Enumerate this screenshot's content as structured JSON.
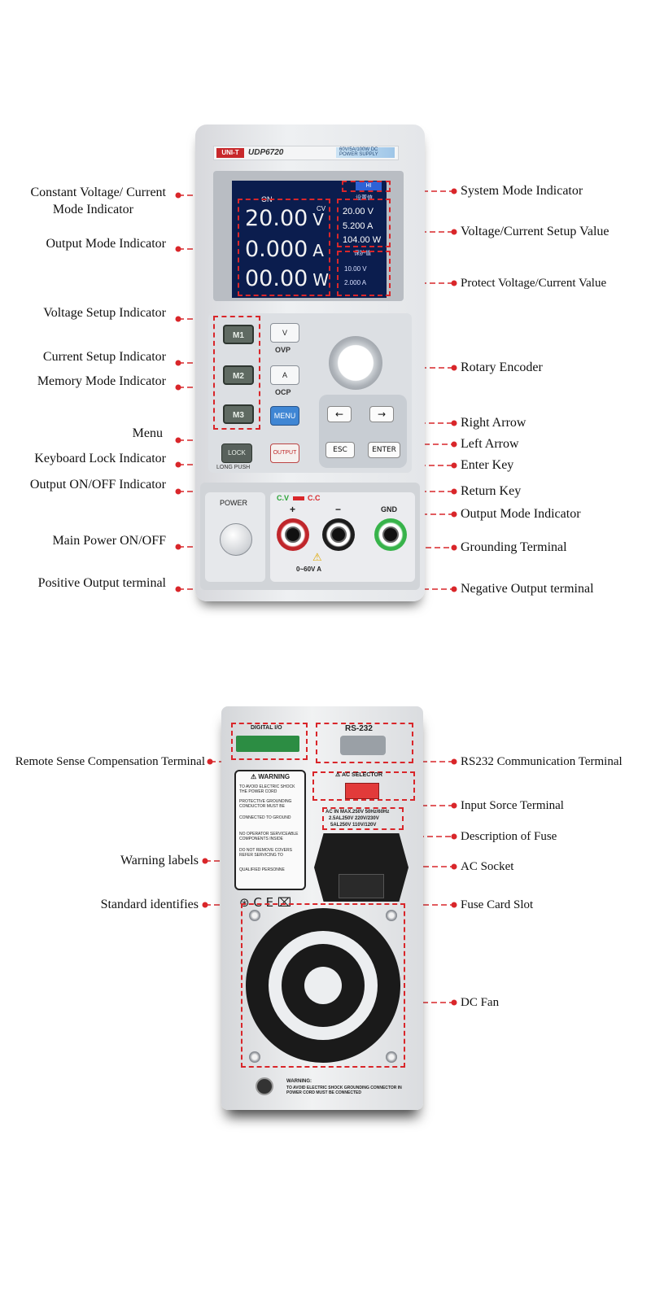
{
  "front_panel": {
    "brand": "UNI-T",
    "model": "UDP6720",
    "spec": "60V/5A/100W DC POWER SUPPLY",
    "screen": {
      "status": "ON",
      "mode_tag": "CV",
      "voltage": "20.00",
      "voltage_unit": "V",
      "current": "0.000",
      "current_unit": "A",
      "power": "00.00",
      "power_unit": "W",
      "setup_title": "设置值",
      "setup_voltage": "20.00 V",
      "setup_current": "5.200 A",
      "setup_power": "104.00 W",
      "protect_title": "保护值",
      "protect_voltage": "10.00 V",
      "protect_current": "2.000 A"
    },
    "keys": {
      "m1": "M1",
      "m2": "M2",
      "m3": "M3",
      "v": "V",
      "ovp": "OVP",
      "a": "A",
      "ocp": "OCP",
      "menu": "MENU",
      "lock": "LOCK",
      "long_push": "LONG PUSH",
      "output": "OUTPUT",
      "esc": "ESC",
      "enter": "ENTER",
      "left_arrow": "←",
      "right_arrow": "→"
    },
    "terminals": {
      "power_label": "POWER",
      "cv": "C.V",
      "cc": "C.C",
      "plus": "+",
      "minus": "−",
      "gnd": "GND",
      "range": "0~60V",
      "range_unit": "A"
    }
  },
  "front_callouts_left": [
    "Constant Voltage/ Current",
    "Mode Indicator",
    "Output Mode Indicator",
    "Voltage Setup Indicator",
    "Current Setup Indicator",
    "Memory Mode Indicator",
    "Menu",
    "Keyboard Lock Indicator",
    "Output ON/OFF Indicator",
    "Main Power ON/OFF",
    "Positive Output terminal"
  ],
  "front_callouts_right": [
    "System Mode Indicator",
    "Voltage/Current Setup Value",
    "Protect Voltage/Current Value",
    "Rotary Encoder",
    "Right Arrow",
    "Left Arrow",
    "Enter Key",
    "Return Key",
    "Output Mode Indicator",
    "Grounding Terminal",
    "Negative Output terminal"
  ],
  "rear_panel": {
    "digital_io": "DIGITAL I/O",
    "rs232": "RS-232",
    "warning": "WARNING",
    "warning_lines": [
      "TO AVOID ELECTRIC SHOCK THE POWER CORD",
      "PROTECTIVE GROUNDING CONDUCTOR MUST BE",
      "CONNECTED TO GROUND",
      "NO OPERATOR SERVICEABLE COMPONENTS INSIDE",
      "DO NOT REMOVE COVERS REFER SERVICING TO",
      "QUALIFIED PERSONNE"
    ],
    "ac_selector": "AC SELECTOR",
    "fuse_desc": [
      "AC IN MAX.250V  50Hz/60Hz",
      "2.5AL250V  220V/230V",
      "5AL250V  110V/120V"
    ],
    "bottom_warning_title": "WARNING:",
    "bottom_warning_text": "TO AVOID ELECTRIC SHOCK GROUNDING CONNECTOR IN POWER CORD MUST BE CONNECTED"
  },
  "rear_callouts_left": [
    "Remote Sense Compensation Terminal",
    "Warning labels",
    "Standard identifies"
  ],
  "rear_callouts_right": [
    "RS232 Communication Terminal",
    "Input Sorce Terminal",
    "Description of Fuse",
    "AC Socket",
    "Fuse Card Slot",
    "DC Fan"
  ],
  "colors": {
    "leader": "#d9262a",
    "screen": "#0b1d4e",
    "menu_key": "#3f86d4"
  }
}
